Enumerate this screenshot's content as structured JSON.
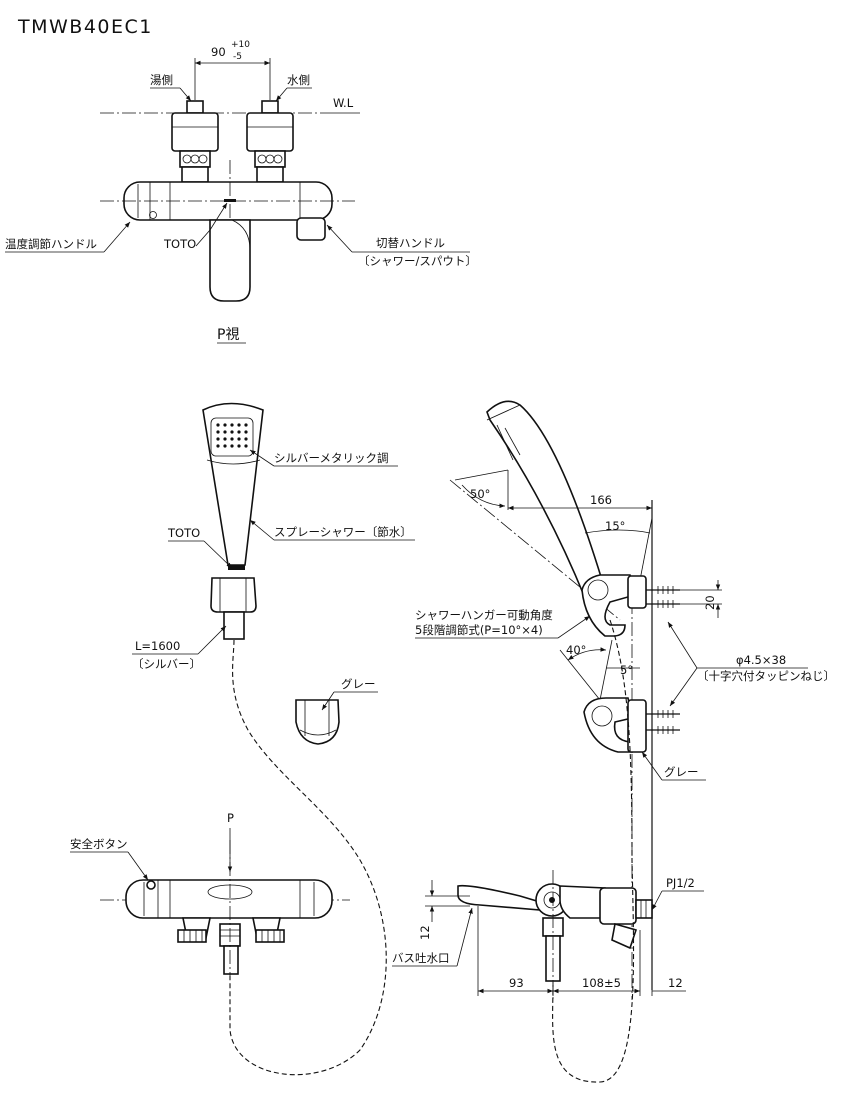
{
  "model": "TMWB40EC1",
  "top_view": {
    "dim_spacing": "90",
    "dim_tol_plus": "+10",
    "dim_tol_minus": "-5",
    "hot_side": "湯側",
    "cold_side": "水側",
    "wall_line": "W.L",
    "temp_handle": "温度調節ハンドル",
    "toto_mark": "TOTO",
    "switch_handle": "切替ハンドル",
    "switch_handle_note": "〔シャワー/スパウト〕",
    "view_label": "P視"
  },
  "shower_head": {
    "finish": "シルバーメタリック調",
    "toto_mark": "TOTO",
    "type": "スプレーシャワー〔節水〕",
    "hose_length": "L=1600",
    "hose_color": "〔シルバー〕",
    "holder_color": "グレー"
  },
  "front_view": {
    "arrow_label": "P",
    "safety_button": "安全ボタン"
  },
  "side_view": {
    "angle_head": "50°",
    "dim_166": "166",
    "angle_15": "15°",
    "dim_20": "20",
    "hanger_label": "シャワーハンガー可動角度",
    "hanger_steps": "5段階調節式(P=10°×4)",
    "angle_40": "40°",
    "angle_5": "5°",
    "screw_size": "φ4.5×38",
    "screw_type": "〔十字穴付タッピンねじ〕",
    "bracket_color": "グレー",
    "pipe_thread": "PJ1/2",
    "dim_12v": "12",
    "spout_label": "バス吐水口",
    "dim_93": "93",
    "dim_108": "108±5",
    "dim_12h": "12"
  }
}
